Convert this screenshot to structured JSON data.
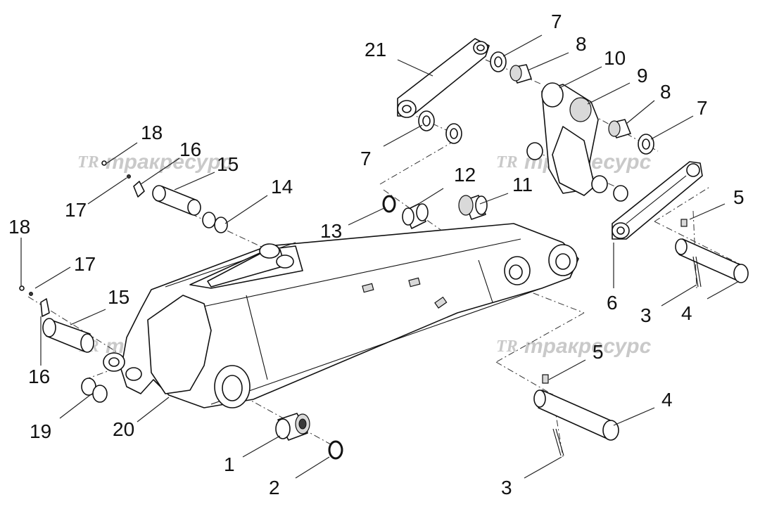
{
  "watermark": {
    "logo": "TR",
    "text": "тракресурс"
  },
  "callouts": {
    "c1": "1",
    "c2": "2",
    "c3a": "3",
    "c3b": "3",
    "c4a": "4",
    "c4b": "4",
    "c5a": "5",
    "c5b": "5",
    "c6": "6",
    "c7a": "7",
    "c7b": "7",
    "c7c": "7",
    "c8a": "8",
    "c8b": "8",
    "c9": "9",
    "c10": "10",
    "c11": "11",
    "c12": "12",
    "c13": "13",
    "c14": "14",
    "c15a": "15",
    "c15b": "15",
    "c16a": "16",
    "c16b": "16",
    "c17a": "17",
    "c17b": "17",
    "c18a": "18",
    "c18b": "18",
    "c19": "19",
    "c20": "20",
    "c21": "21"
  }
}
